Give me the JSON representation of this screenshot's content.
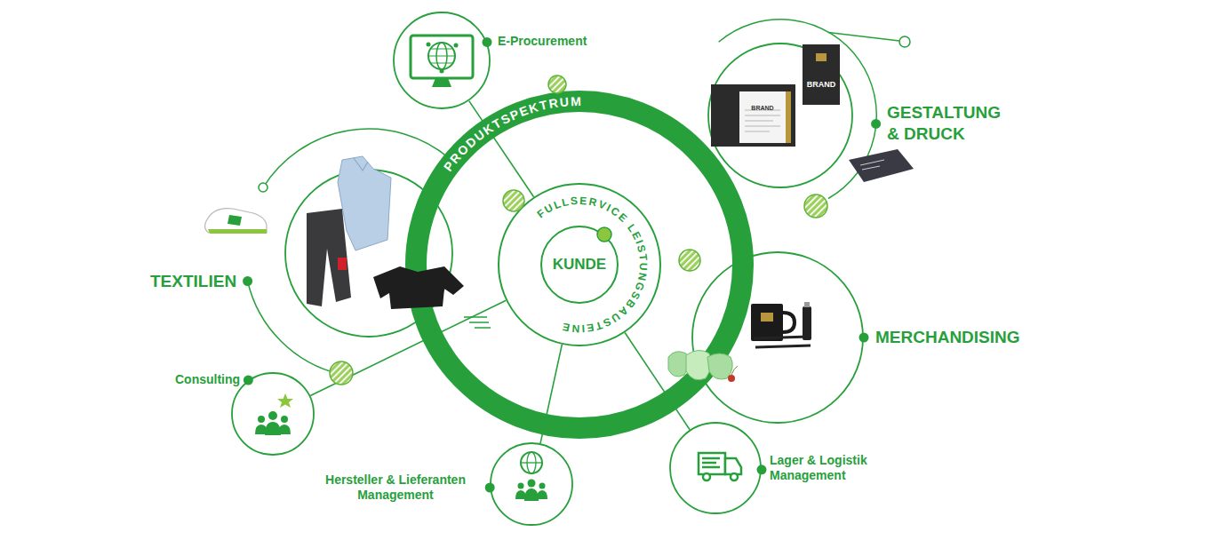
{
  "diagram": {
    "nodes": [
      {
        "text": [
          "E-Procurement"
        ]
      },
      {
        "text": [
          "GESTALTUNG & DRUCK"
        ]
      },
      {
        "text": [
          "PRODUKTSPEKTRUM"
        ]
      },
      {
        "text": [
          "FULLSERVICE LEISTUNGSBAUSTEINE"
        ],
        "in": 2
      },
      {
        "text": [
          "KUNDE"
        ],
        "in": 3
      },
      {
        "text": [
          "TEXTILIEN"
        ]
      },
      {
        "text": [
          "MERCHANDISING"
        ]
      },
      {
        "text": [
          "Consulting"
        ]
      },
      {
        "text": [
          "Hersteller & Lieferanten Management"
        ]
      },
      {
        "text": [
          "Lager & Logistik Management"
        ]
      }
    ],
    "edges": [
      {
        "from": 0,
        "to": 3,
        "arrow": "none"
      },
      {
        "from": 7,
        "to": 3,
        "arrow": "none"
      },
      {
        "from": 8,
        "to": 3,
        "arrow": "none"
      },
      {
        "from": 9,
        "to": 3,
        "arrow": "none"
      }
    ],
    "labels": [
      "BRAND",
      "BRAND"
    ]
  }
}
